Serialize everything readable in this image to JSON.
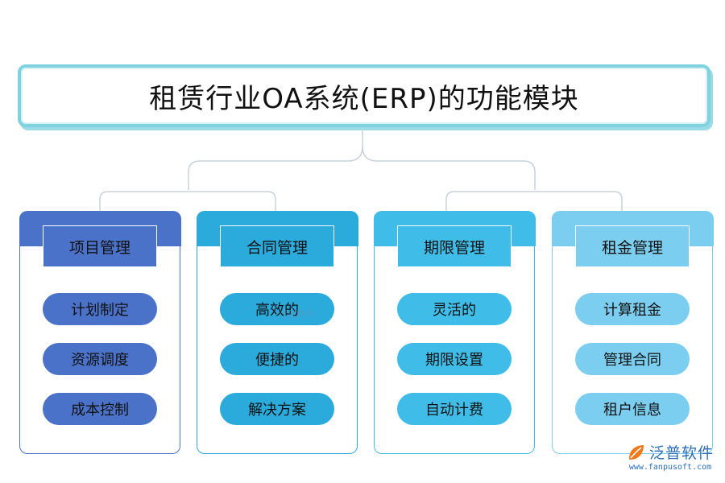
{
  "title": "租赁行业OA系统(ERP)的功能模块",
  "modules": [
    {
      "name": "项目管理",
      "color": "#4a72c9",
      "items": [
        "计划制定",
        "资源调度",
        "成本控制"
      ]
    },
    {
      "name": "合同管理",
      "color": "#2aabdc",
      "items": [
        "高效的",
        "便捷的",
        "解决方案"
      ]
    },
    {
      "name": "期限管理",
      "color": "#3fbde8",
      "items": [
        "灵活的",
        "期限设置",
        "自动计费"
      ]
    },
    {
      "name": "租金管理",
      "color": "#7ccef0",
      "items": [
        "计算租金",
        "管理合同",
        "租户信息"
      ]
    }
  ],
  "watermark": "泛普软件",
  "logo": {
    "name": "泛普软件",
    "url": "www.fanpusoft.com",
    "icon": "leaf-logo-icon"
  }
}
